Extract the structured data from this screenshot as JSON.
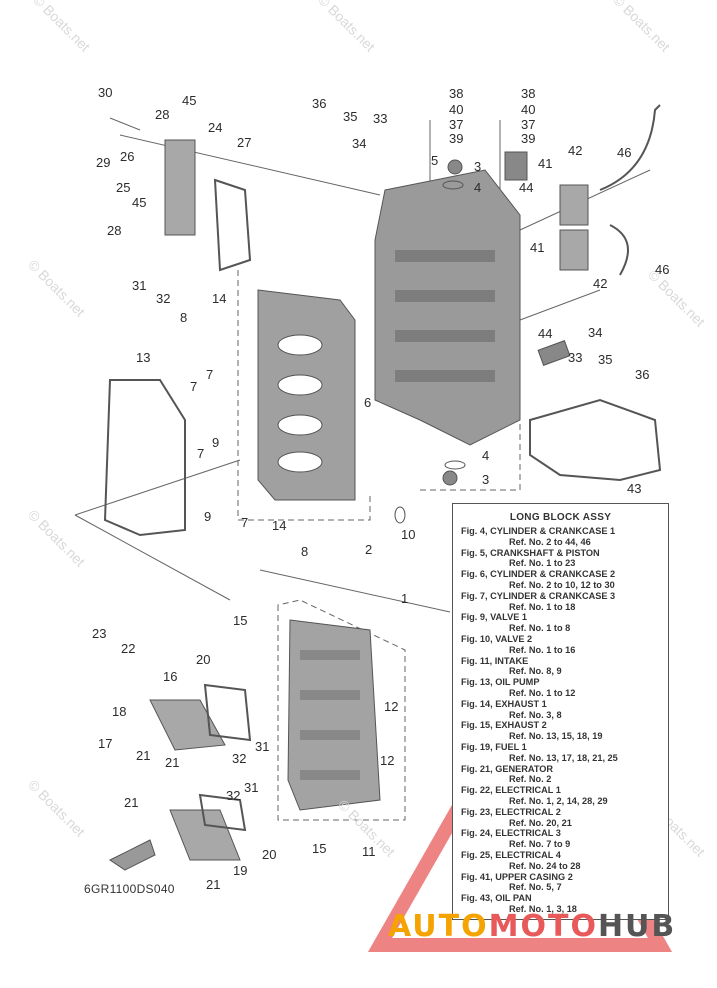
{
  "diagram_code": "6GR1100DS040",
  "watermark_text": "© Boats.net",
  "reference_box": {
    "title": "LONG BLOCK ASSY",
    "entries": [
      {
        "fig": "Fig. 4, CYLINDER & CRANKCASE 1",
        "ref": "Ref. No. 2 to 44, 46"
      },
      {
        "fig": "Fig. 5, CRANKSHAFT & PISTON",
        "ref": "Ref. No. 1 to 23"
      },
      {
        "fig": "Fig. 6, CYLINDER & CRANKCASE 2",
        "ref": "Ref. No. 2 to 10, 12 to 30"
      },
      {
        "fig": "Fig. 7, CYLINDER & CRANKCASE 3",
        "ref": "Ref. No. 1 to 18"
      },
      {
        "fig": "Fig. 9, VALVE 1",
        "ref": "Ref. No. 1 to 8"
      },
      {
        "fig": "Fig. 10, VALVE 2",
        "ref": "Ref. No. 1 to 16"
      },
      {
        "fig": "Fig. 11, INTAKE",
        "ref": "Ref. No. 8, 9"
      },
      {
        "fig": "Fig. 13, OIL PUMP",
        "ref": "Ref. No. 1 to 12"
      },
      {
        "fig": "Fig. 14, EXHAUST 1",
        "ref": "Ref. No. 3, 8"
      },
      {
        "fig": "Fig. 15, EXHAUST 2",
        "ref": "Ref. No. 13, 15, 18, 19"
      },
      {
        "fig": "Fig. 19, FUEL 1",
        "ref": "Ref. No. 13, 17, 18, 21, 25"
      },
      {
        "fig": "Fig. 21, GENERATOR",
        "ref": "Ref. No. 2"
      },
      {
        "fig": "Fig. 22, ELECTRICAL 1",
        "ref": "Ref. No. 1, 2, 14, 28, 29"
      },
      {
        "fig": "Fig. 23, ELECTRICAL 2",
        "ref": "Ref. No. 20, 21"
      },
      {
        "fig": "Fig. 24, ELECTRICAL 3",
        "ref": "Ref. No. 7 to 9"
      },
      {
        "fig": "Fig. 25, ELECTRICAL 4",
        "ref": "Ref. No. 24 to 28"
      },
      {
        "fig": "Fig. 41, UPPER CASING 2",
        "ref": "Ref. No. 5, 7"
      },
      {
        "fig": "Fig. 43, OIL PAN",
        "ref": "Ref. No. 1, 3, 18"
      }
    ]
  },
  "callouts": [
    "30",
    "45",
    "28",
    "24",
    "29",
    "26",
    "25",
    "45",
    "27",
    "28",
    "31",
    "32",
    "36",
    "35",
    "33",
    "34",
    "38",
    "40",
    "37",
    "39",
    "38",
    "40",
    "37",
    "39",
    "5",
    "3",
    "4",
    "44",
    "41",
    "42",
    "46",
    "41",
    "46",
    "42",
    "34",
    "33",
    "35",
    "36",
    "14",
    "8",
    "7",
    "13",
    "7",
    "9",
    "7",
    "9",
    "7",
    "14",
    "8",
    "2",
    "6",
    "4",
    "3",
    "10",
    "44",
    "43",
    "1",
    "15",
    "23",
    "22",
    "20",
    "16",
    "18",
    "17",
    "21",
    "21",
    "12",
    "31",
    "32",
    "32",
    "31",
    "12",
    "21",
    "20",
    "15",
    "11",
    "19",
    "21"
  ],
  "logo": {
    "part1": "AUTO",
    "part2": "MOTO",
    "part3": "HUB"
  },
  "colors": {
    "line": "#555555",
    "part_fill": "#9c9c9c",
    "logo_orange": "#f5a300",
    "logo_red": "#e85a5a"
  }
}
